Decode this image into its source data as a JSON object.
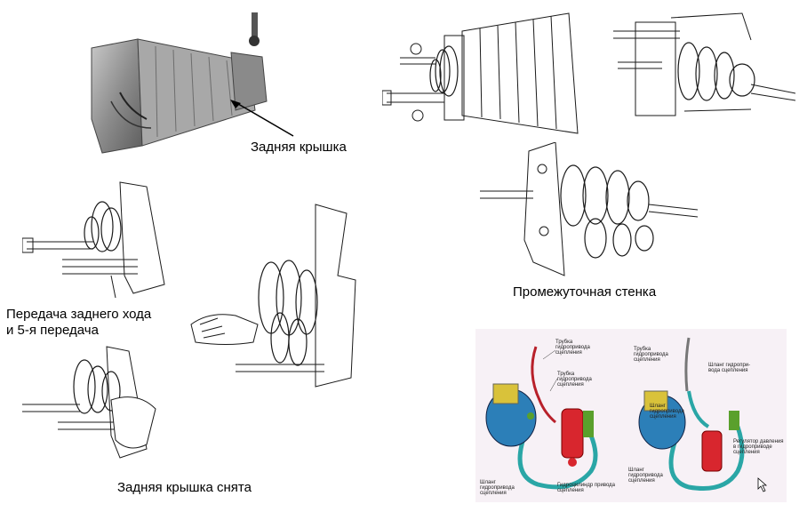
{
  "captions": {
    "rear_cover": "Задняя крышка",
    "intermediate_wall": "Промежуточная стенка",
    "reverse_gear_line1": "Передача заднего хода",
    "reverse_gear_line2": "и 5-я передача",
    "rear_cover_removed": "Задняя крышка снята"
  },
  "hydraulic_left": {
    "tube1_l1": "Трубка",
    "tube1_l2": "гидропривода",
    "tube1_l3": "сцепления",
    "tube2_l1": "Трубка",
    "tube2_l2": "гидропривода",
    "tube2_l3": "сцепления",
    "hose_l1": "Шланг",
    "hose_l2": "гидропривода",
    "hose_l3": "сцепления",
    "cylinder_l1": "Гидроцилиндр привода",
    "cylinder_l2": "сцепления"
  },
  "hydraulic_right": {
    "tube_l1": "Трубка",
    "tube_l2": "гидропривода",
    "tube_l3": "сцепления",
    "hose1_l1": "Шланг гидропри-",
    "hose1_l2": "вода сцепления",
    "hose2_l1": "Шланг",
    "hose2_l2": "гидропривода",
    "hose2_l3": "сцепления",
    "regulator_l1": "Регулятор давления",
    "regulator_l2": "в гидроприводе",
    "regulator_l3": "сцепления",
    "hose3_l1": "Шланг",
    "hose3_l2": "гидропривода",
    "hose3_l3": "сцепления"
  },
  "colors": {
    "line_art": "#1a1a1a",
    "photo_metal": "#9a9a9a",
    "pipe_teal": "#2aa6a6",
    "cylinder_red": "#d8262e",
    "reservoir_green": "#5aa02c",
    "booster_blue": "#2c7fb8",
    "bracket_yellow": "#d9c23a",
    "diagram_bg": "#f7f1f6"
  },
  "icons": [
    "arrow-pointer-icon",
    "cursor-icon"
  ]
}
